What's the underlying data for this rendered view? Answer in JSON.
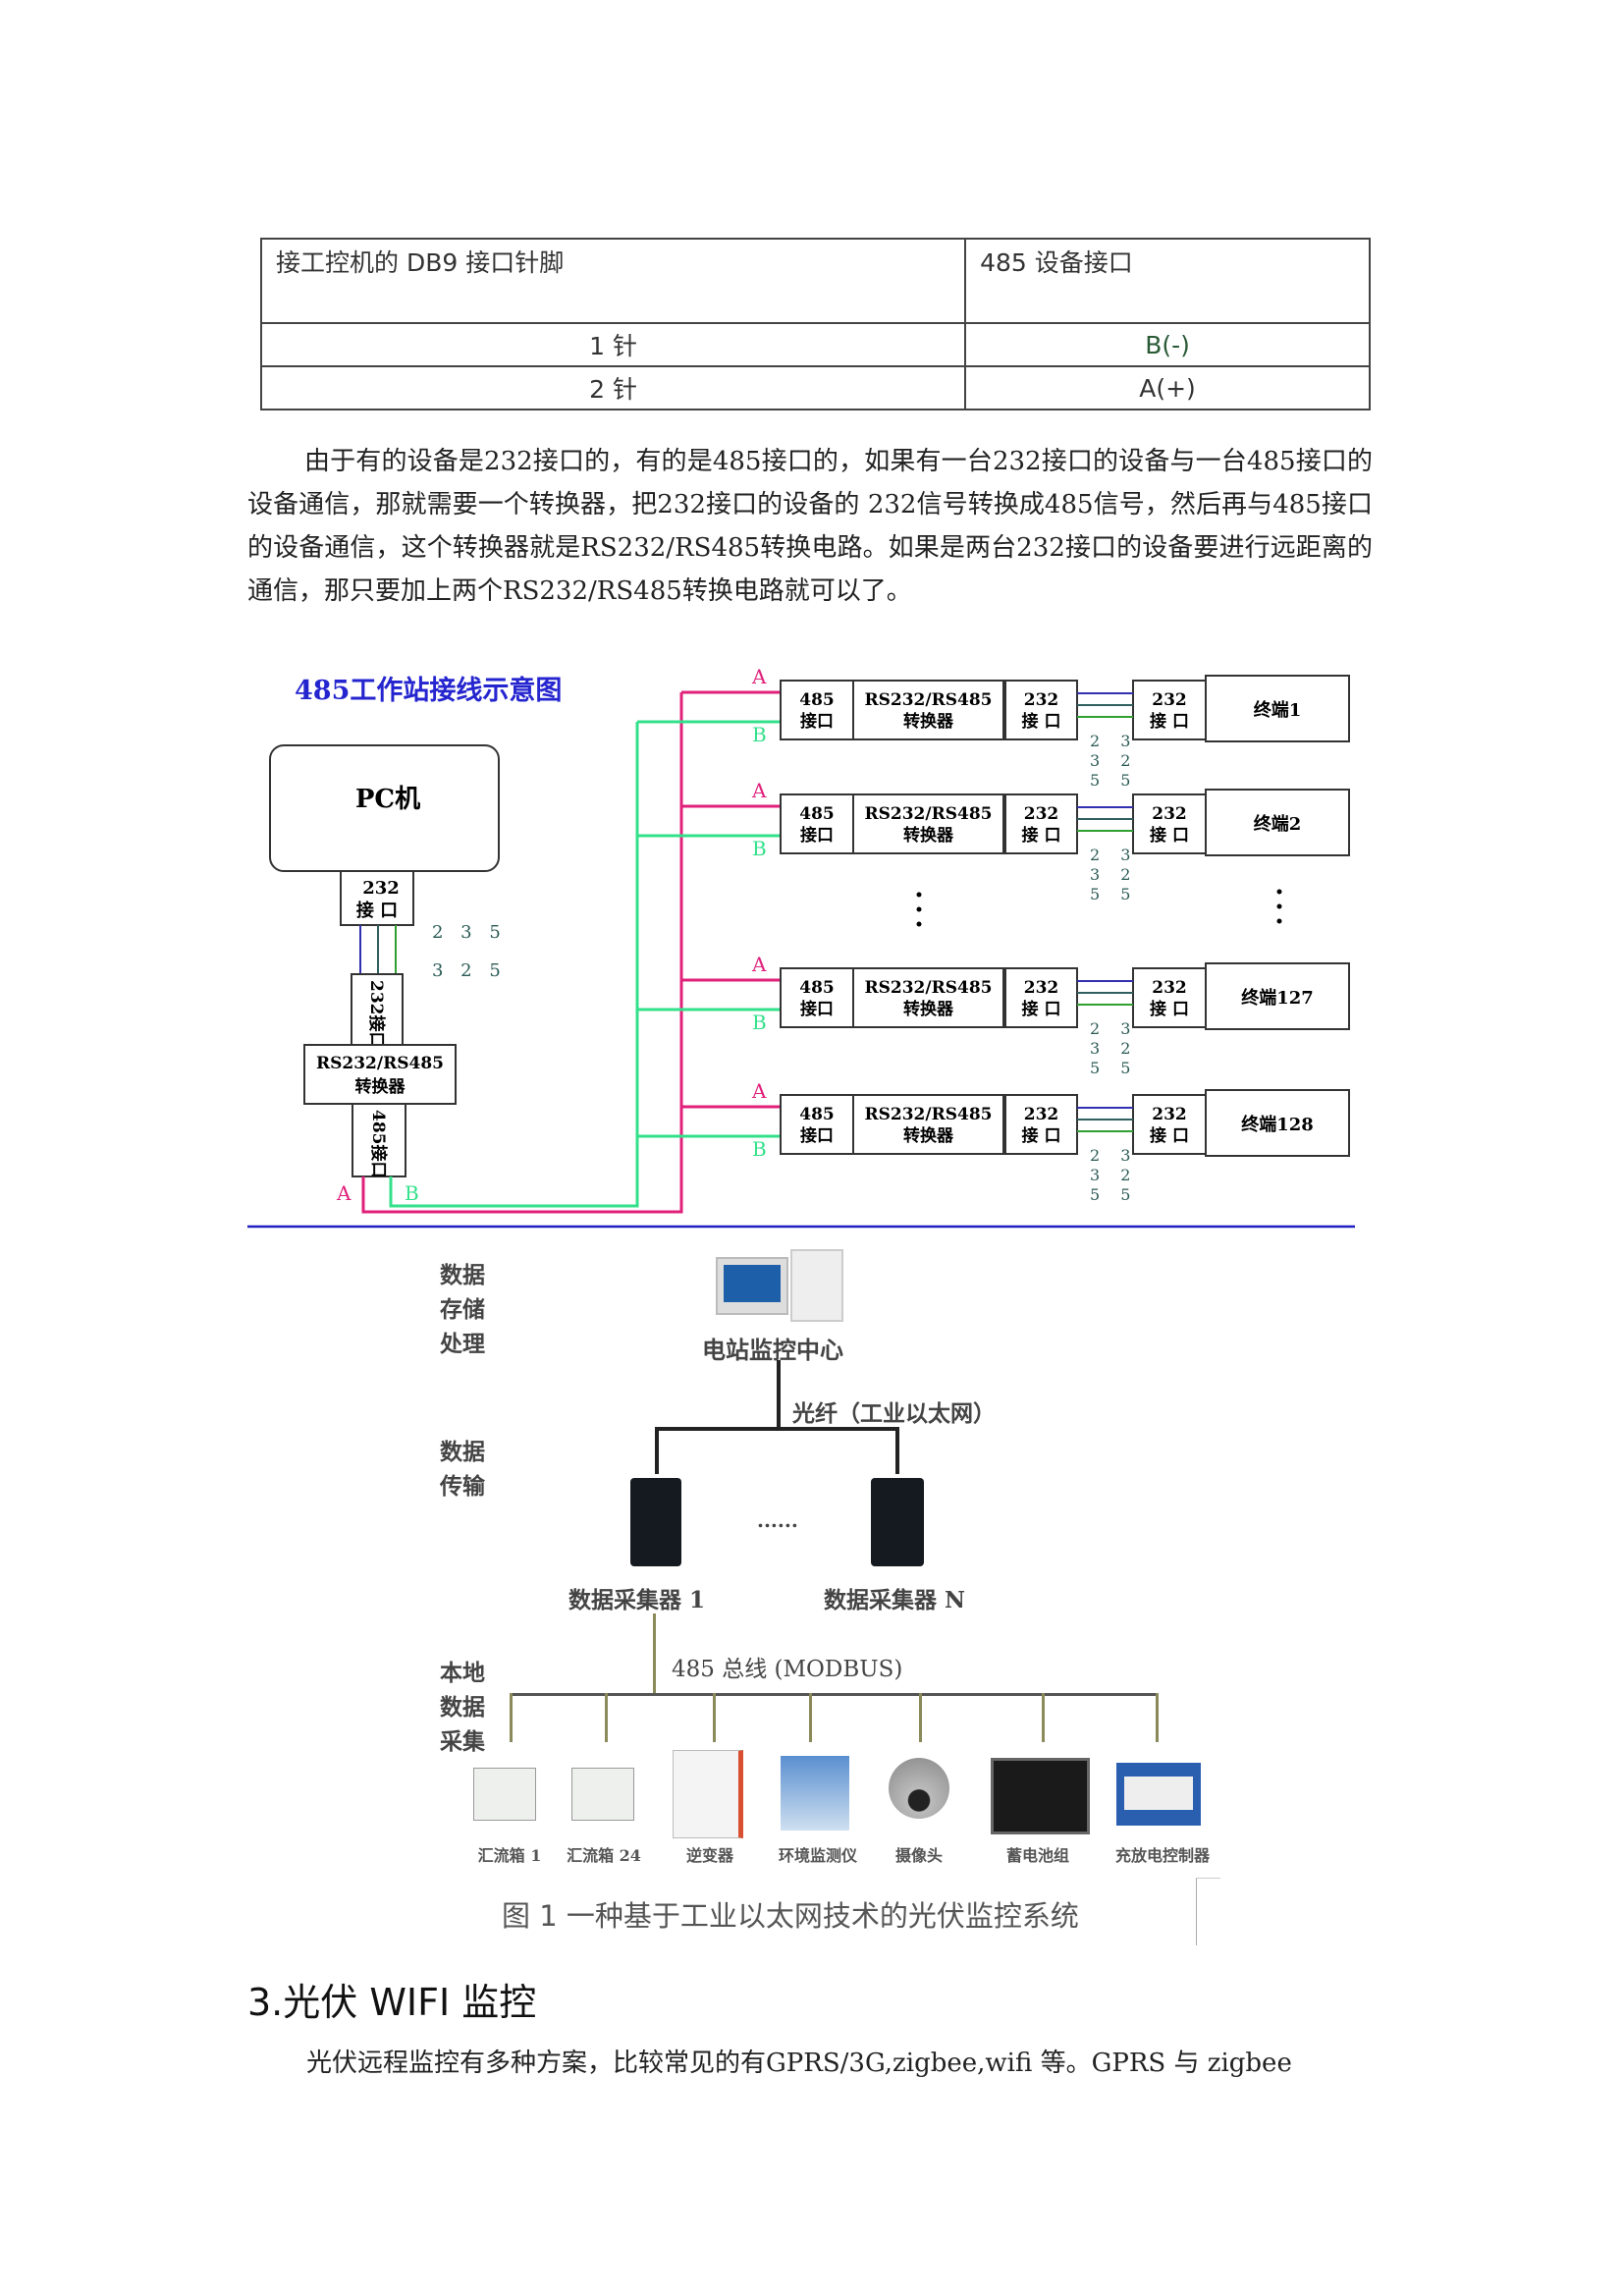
{
  "table": {
    "headers": [
      "接工控机的 DB9 接口针脚",
      "485 设备接口"
    ],
    "rows": [
      [
        "1 针",
        "B(-)"
      ],
      [
        "2 针",
        "A(+)"
      ]
    ]
  },
  "paragraph1": "由于有的设备是232接口的，有的是485接口的，如果有一台232接口的设备与一台485接口的设备通信，那就需要一个转换器，把232接口的设备的 232信号转换成485信号，然后再与485接口的设备通信，这个转换器就是RS232/RS485转换电路。如果是两台232接口的设备要进行远距离的 通信，那只要加上两个RS232/RS485转换电路就可以了。",
  "diagram1": {
    "title": "485工作站接线示意图",
    "pc_label": "PC机",
    "port232_line1": "232",
    "port232_line2": "接 口",
    "port232_rot": "232接口",
    "converter_line1": "RS232/RS485",
    "converter_line2": "转换器",
    "port485_rot": "485接口",
    "port485_line1": "485",
    "port485_line2": "接口",
    "pins_top": "2 3 5",
    "pins_bottom": "3 2 5",
    "label_a": "A",
    "label_b": "B",
    "pin_pairs": [
      "2 3",
      "3 2",
      "5 5"
    ],
    "terminals": [
      "终端1",
      "终端2",
      "终端127",
      "终端128"
    ],
    "colors": {
      "a_line": "#e0207a",
      "b_line": "#33e08a",
      "title": "#2525d0",
      "rule": "#2020c0"
    }
  },
  "diagram2": {
    "layer_labels": [
      "数据",
      "存储",
      "处理",
      "数据",
      "传输",
      "本地",
      "数据",
      "采集"
    ],
    "center": "电站监控中心",
    "fiber": "光纤（工业以太网）",
    "ellipsis": "......",
    "collector1": "数据采集器 1",
    "collectorN": "数据采集器 N",
    "bus": "485 总线 (MODBUS)",
    "devices": [
      "汇流箱 1",
      "汇流箱 24",
      "逆变器",
      "环境监测仪",
      "摄像头",
      "蓄电池组",
      "充放电控制器"
    ],
    "caption": "图 1  一种基于工业以太网技术的光伏监控系统"
  },
  "section_heading": "3.光伏 WIFI 监控",
  "paragraph2": "光伏远程监控有多种方案，比较常见的有GPRS/3G,zigbee,wifi 等。GPRS 与 zigbee"
}
